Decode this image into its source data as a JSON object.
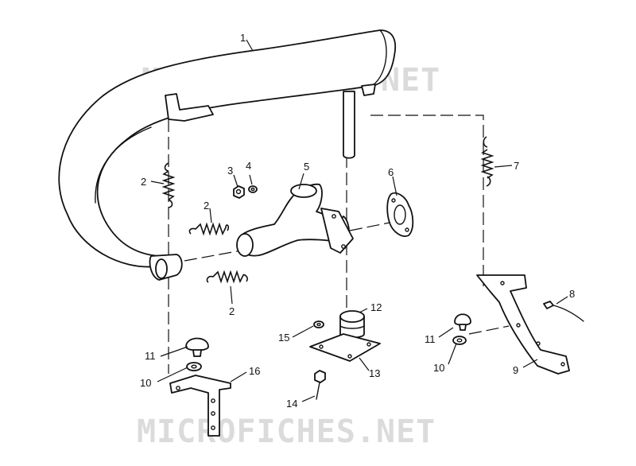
{
  "watermark": "MICROFICHES.NET",
  "callouts": {
    "c1": "1",
    "c2a": "2",
    "c2b": "2",
    "c2c": "2",
    "c3": "3",
    "c4": "4",
    "c5": "5",
    "c6": "6",
    "c7": "7",
    "c8": "8",
    "c9": "9",
    "c10a": "10",
    "c10b": "10",
    "c11a": "11",
    "c11b": "11",
    "c12": "12",
    "c13": "13",
    "c14": "14",
    "c15": "15",
    "c16": "16"
  }
}
